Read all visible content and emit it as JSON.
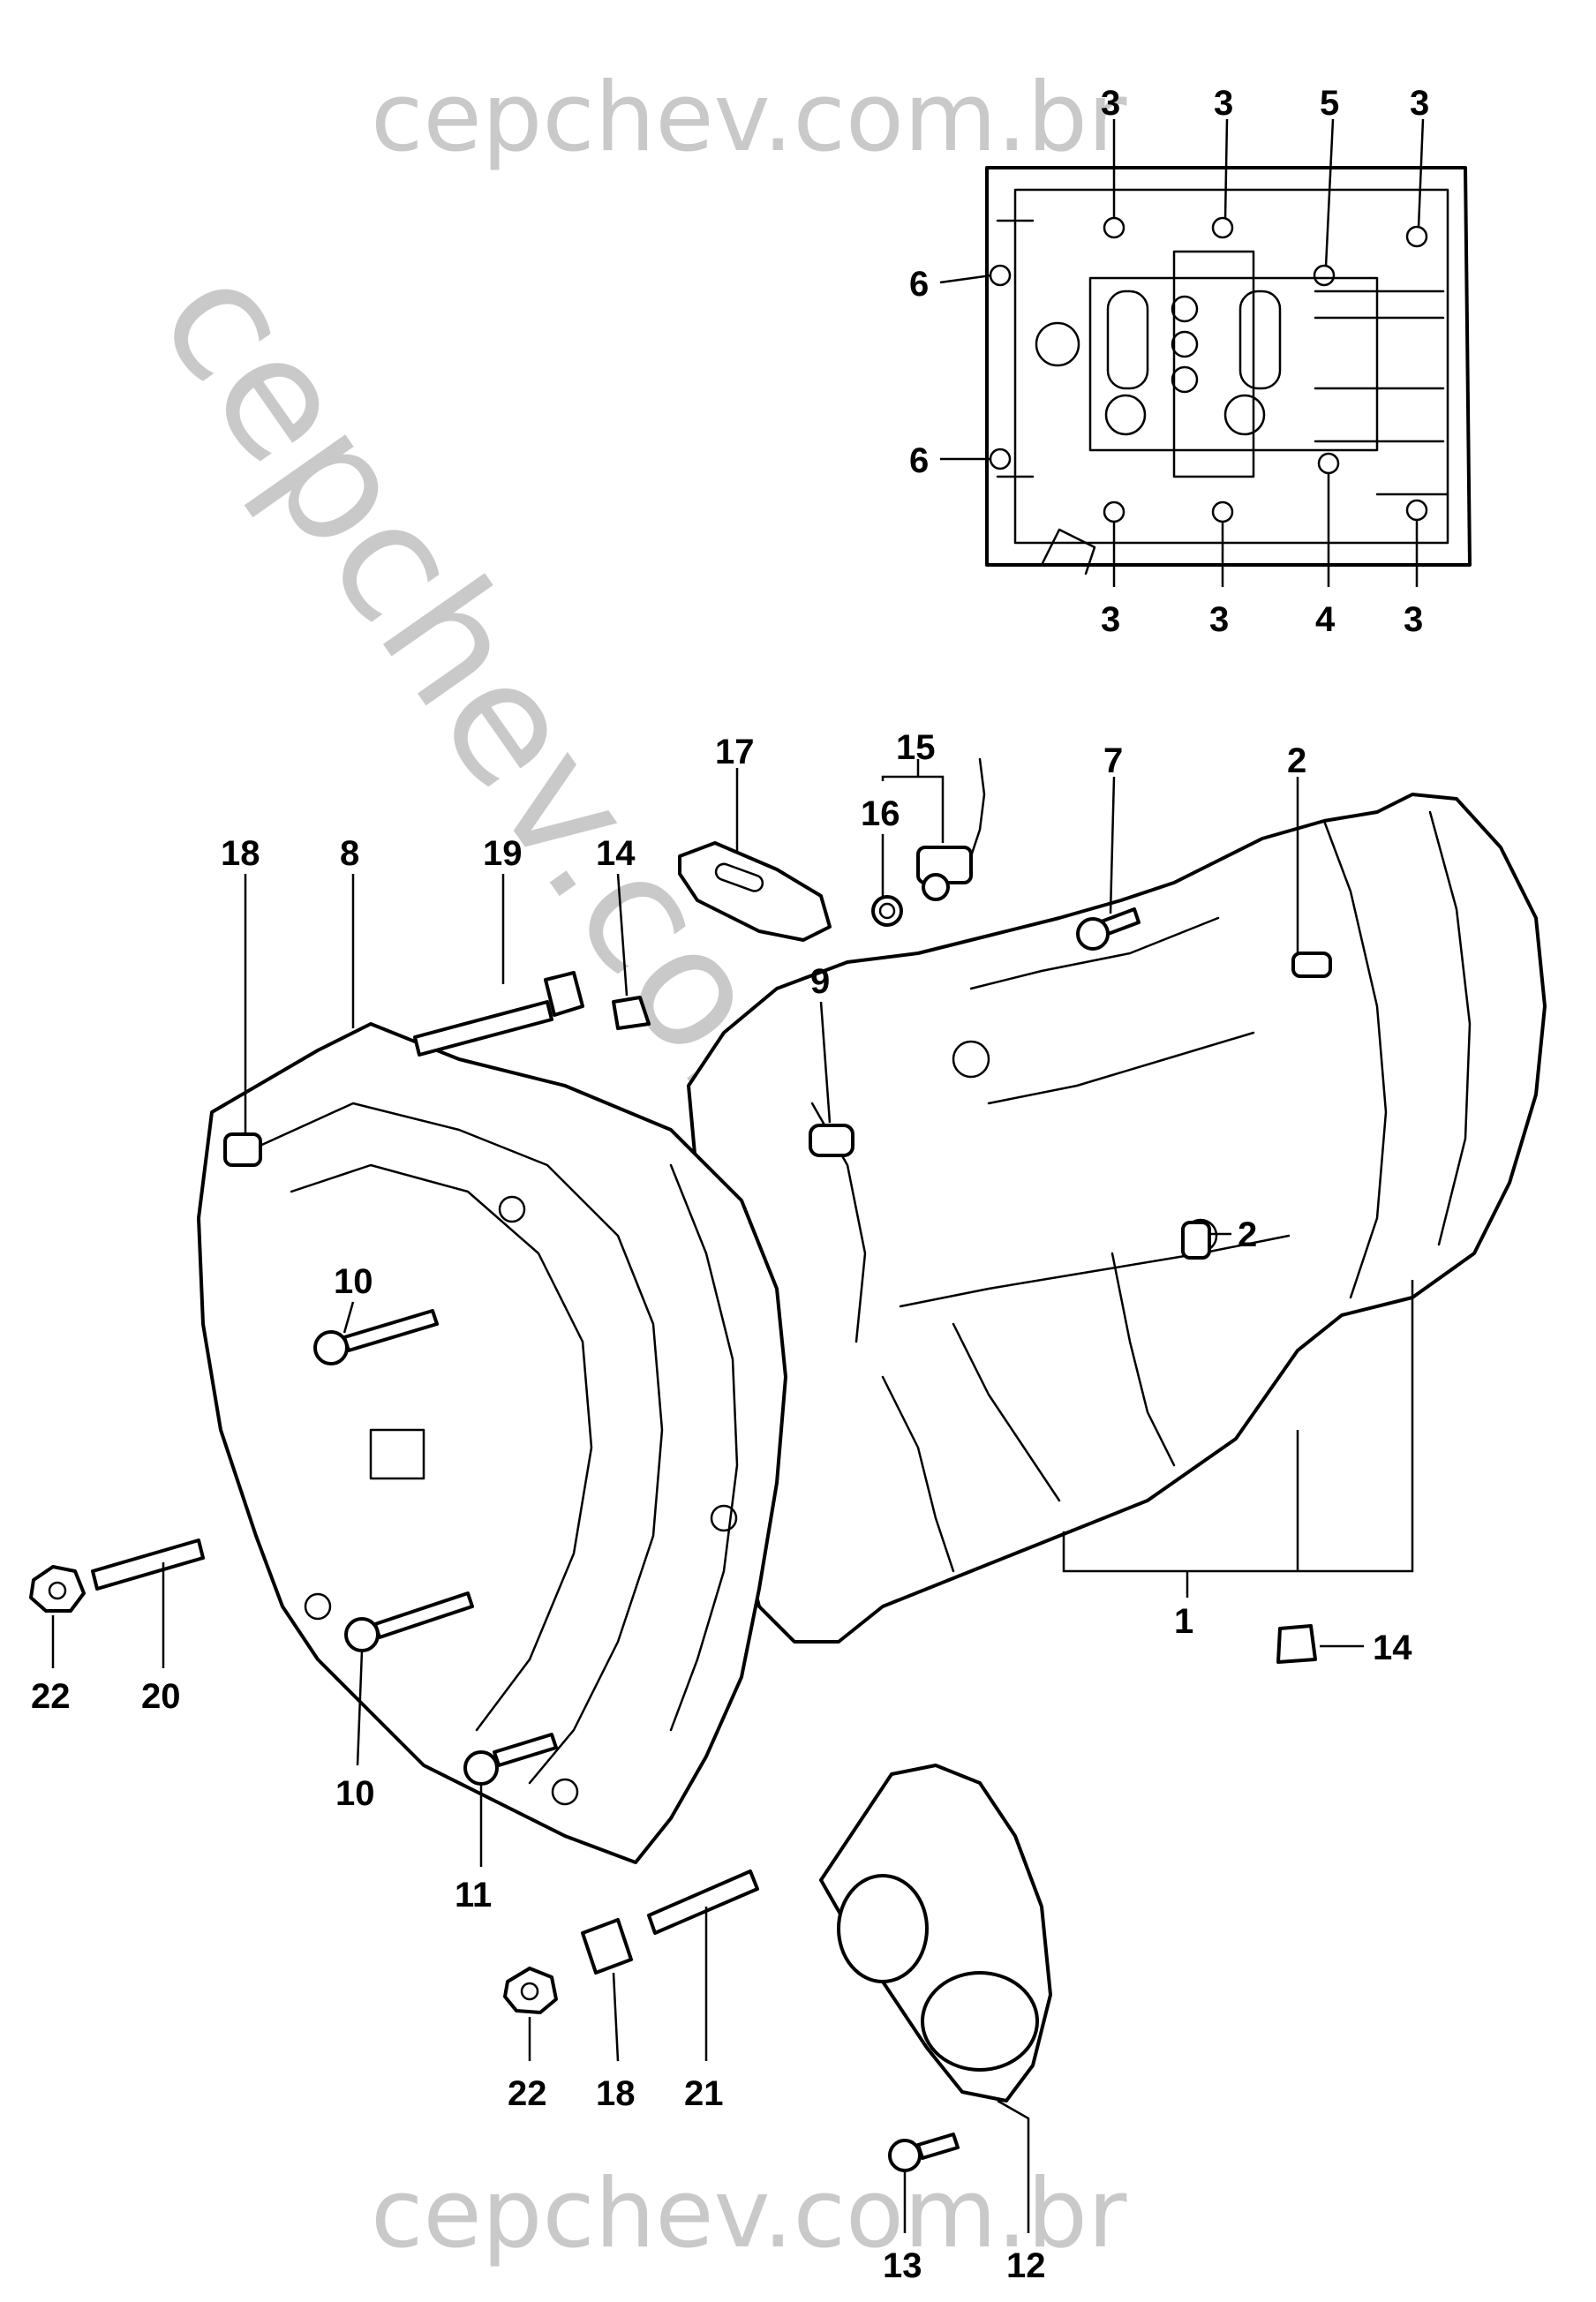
{
  "watermark": {
    "top": "cepchev.com.br",
    "diagonal": "cepchev.com.br",
    "bottom": "cepchev.com.br"
  },
  "callouts": [
    {
      "id": "c1",
      "text": "3"
    },
    {
      "id": "c2",
      "text": "3"
    },
    {
      "id": "c3",
      "text": "5"
    },
    {
      "id": "c4",
      "text": "3"
    },
    {
      "id": "c5",
      "text": "6"
    },
    {
      "id": "c6",
      "text": "6"
    },
    {
      "id": "c7",
      "text": "3"
    },
    {
      "id": "c8",
      "text": "3"
    },
    {
      "id": "c9",
      "text": "4"
    },
    {
      "id": "c10",
      "text": "3"
    },
    {
      "id": "c11",
      "text": "17"
    },
    {
      "id": "c12",
      "text": "15"
    },
    {
      "id": "c13",
      "text": "16"
    },
    {
      "id": "c14",
      "text": "7"
    },
    {
      "id": "c15",
      "text": "2"
    },
    {
      "id": "c16",
      "text": "18"
    },
    {
      "id": "c17",
      "text": "8"
    },
    {
      "id": "c18",
      "text": "19"
    },
    {
      "id": "c19",
      "text": "14"
    },
    {
      "id": "c20",
      "text": "9"
    },
    {
      "id": "c21",
      "text": "2"
    },
    {
      "id": "c22",
      "text": "10"
    },
    {
      "id": "c23",
      "text": "1"
    },
    {
      "id": "c24",
      "text": "14"
    },
    {
      "id": "c25",
      "text": "22"
    },
    {
      "id": "c26",
      "text": "20"
    },
    {
      "id": "c27",
      "text": "10"
    },
    {
      "id": "c28",
      "text": "11"
    },
    {
      "id": "c29",
      "text": "22"
    },
    {
      "id": "c30",
      "text": "18"
    },
    {
      "id": "c31",
      "text": "21"
    },
    {
      "id": "c32",
      "text": "13"
    },
    {
      "id": "c33",
      "text": "12"
    }
  ]
}
